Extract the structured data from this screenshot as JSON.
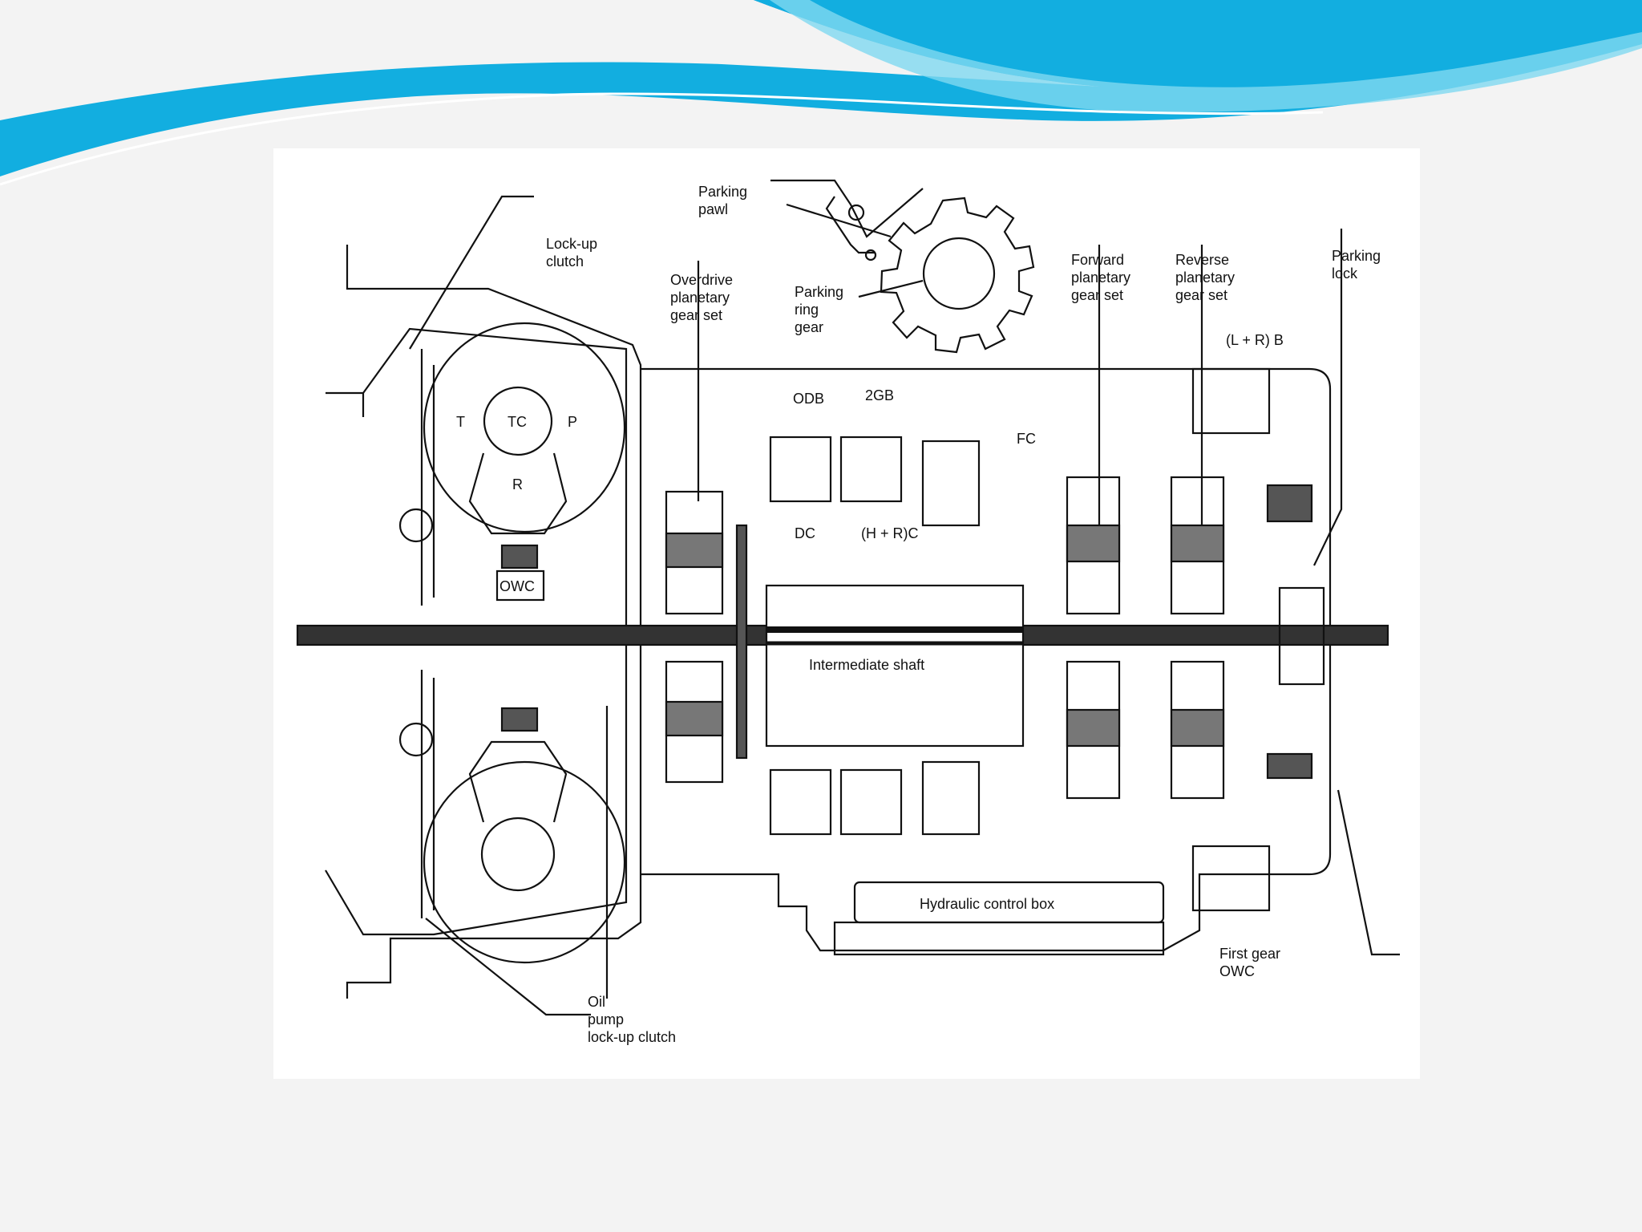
{
  "slide": {
    "banner_colors": {
      "deep": "#0a74c0",
      "mid": "#12aee0",
      "light": "#7fd8f0"
    }
  },
  "diagram": {
    "labels": {
      "parking_pawl": [
        "Parking",
        "pawl"
      ],
      "lockup_clutch": [
        "Lock-up",
        "clutch"
      ],
      "overdrive_set": [
        "Overdrive",
        "planetary",
        "gear set"
      ],
      "parking_ring_gear": [
        "Parking",
        "ring",
        "gear"
      ],
      "forward_set": [
        "Forward",
        "planetary",
        "gear set"
      ],
      "reverse_set": [
        "Reverse",
        "planetary",
        "gear set"
      ],
      "parking_lock": [
        "Parking",
        "lock"
      ],
      "lr_brake": "(L + R) B",
      "odb": "ODB",
      "two_gb": "2GB",
      "fc": "FC",
      "dc": "DC",
      "hr_clutch": "(H + R)C",
      "t": "T",
      "tc": "TC",
      "p": "P",
      "r": "R",
      "owc": "OWC",
      "intermediate_shaft": "Intermediate shaft",
      "hydraulic_box": "Hydraulic control box",
      "first_gear_owc": [
        "First gear",
        "OWC"
      ],
      "oil_pump": [
        "Oil",
        "pump",
        "lock-up clutch"
      ]
    }
  }
}
